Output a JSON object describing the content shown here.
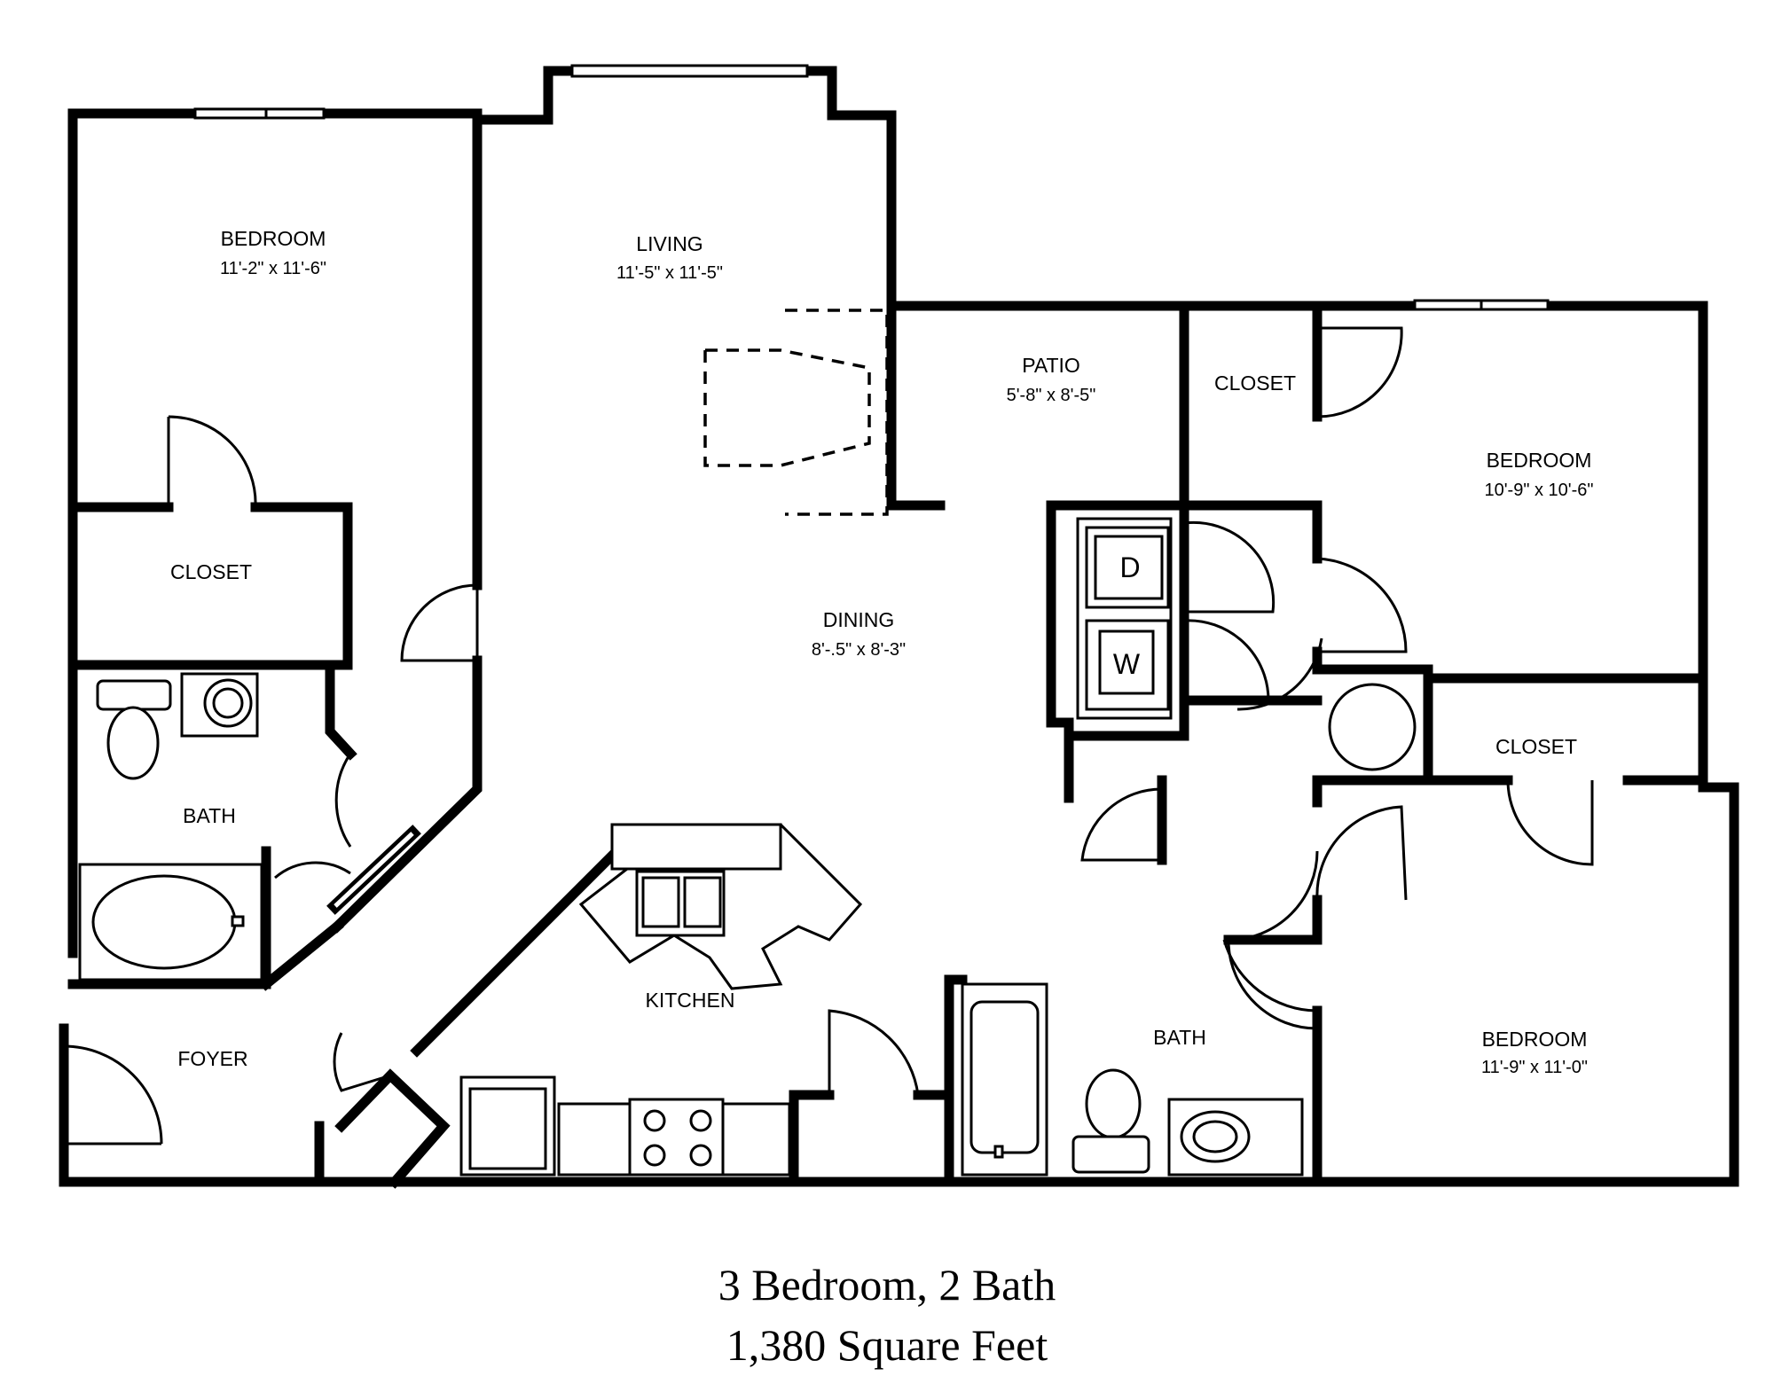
{
  "rooms": [
    {
      "name": "BEDROOM",
      "size": "11'-2\" x 11'-6\""
    },
    {
      "name": "LIVING",
      "size": "11'-5\" x 11'-5\""
    },
    {
      "name": "PATIO",
      "size": "5'-8\" x 8'-5\""
    },
    {
      "name": "CLOSET"
    },
    {
      "name": "BEDROOM",
      "size": "10'-9\" x 10'-6\""
    },
    {
      "name": "CLOSET"
    },
    {
      "name": "DINING",
      "size": "8'-.5\" x 8'-3\""
    },
    {
      "name": "CLOSET"
    },
    {
      "name": "BATH"
    },
    {
      "name": "KITCHEN"
    },
    {
      "name": "FOYER"
    },
    {
      "name": "BATH"
    },
    {
      "name": "BEDROOM",
      "size": "11'-9\" x 11'-0\""
    }
  ],
  "appliances": {
    "dryer": "D",
    "washer": "W"
  },
  "caption": {
    "line1": "3 Bedroom, 2 Bath",
    "line2": "1,380 Square Feet"
  }
}
